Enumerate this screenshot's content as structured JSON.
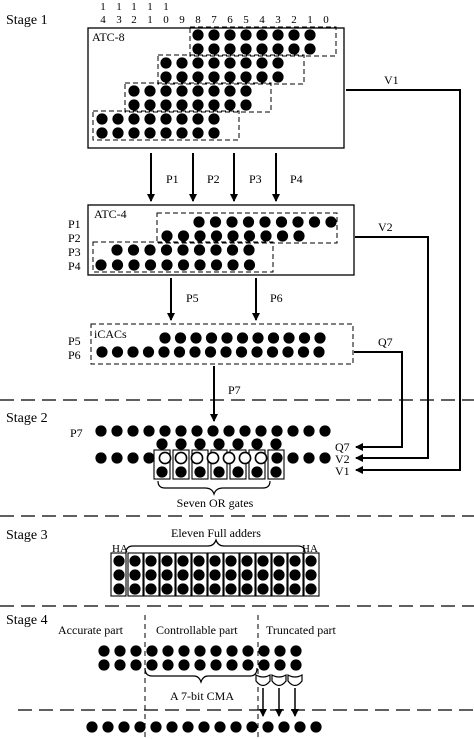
{
  "stages": {
    "stage1": "Stage 1",
    "stage2": "Stage 2",
    "stage3": "Stage 3",
    "stage4": "Stage 4"
  },
  "column_indices": {
    "tens": [
      "1",
      "1",
      "1",
      "1",
      "1"
    ],
    "units": [
      "4",
      "3",
      "2",
      "1",
      "0",
      "9",
      "8",
      "7",
      "6",
      "5",
      "4",
      "3",
      "2",
      "1",
      "0"
    ]
  },
  "blocks": {
    "atc8": "ATC-8",
    "atc4": "ATC-4",
    "icacs": "iCACs"
  },
  "signals": {
    "v1": "V1",
    "v2": "V2",
    "q7": "Q7",
    "p1": "P1",
    "p2": "P2",
    "p3": "P3",
    "p4": "P4",
    "p5": "P5",
    "p6": "P6",
    "p7": "P7"
  },
  "labels": {
    "or_gates": "Seven OR gates",
    "full_adders": "Eleven Full adders",
    "ha": "HA",
    "accurate": "Accurate part",
    "controllable": "Controllable part",
    "truncated": "Truncated part",
    "cma": "A 7-bit CMA"
  }
}
